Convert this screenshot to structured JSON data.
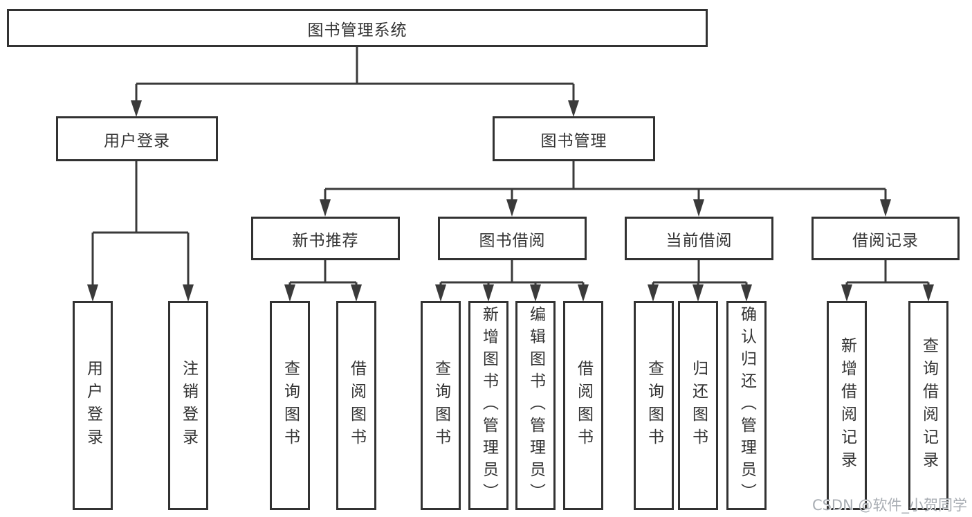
{
  "diagram": {
    "root": {
      "label": "图书管理系统"
    },
    "branches": [
      {
        "label": "用户登录",
        "children": [
          {
            "label": "用户登录"
          },
          {
            "label": "注销登录"
          }
        ]
      },
      {
        "label": "图书管理",
        "children": [
          {
            "label": "新书推荐",
            "children": [
              {
                "label": "查询图书"
              },
              {
                "label": "借阅图书"
              }
            ]
          },
          {
            "label": "图书借阅",
            "children": [
              {
                "label": "查询图书"
              },
              {
                "label": "新增图书（管理员）"
              },
              {
                "label": "编辑图书（管理员）"
              },
              {
                "label": "借阅图书"
              }
            ]
          },
          {
            "label": "当前借阅",
            "children": [
              {
                "label": "查询图书"
              },
              {
                "label": "归还图书"
              },
              {
                "label": "确认归还（管理员）"
              }
            ]
          },
          {
            "label": "借阅记录",
            "children": [
              {
                "label": "新增借阅记录"
              },
              {
                "label": "查询借阅记录"
              }
            ]
          }
        ]
      }
    ]
  },
  "watermark": {
    "text": "CSDN @软件_小贺同学"
  },
  "colors": {
    "line": "#3a3a3a",
    "border": "#323232",
    "text": "#333333",
    "background": "#ffffff",
    "watermark": "#9ea4ab"
  }
}
